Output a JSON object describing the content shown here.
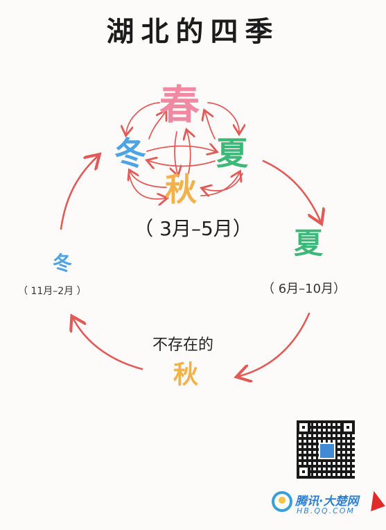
{
  "title": "湖北的四季",
  "center": {
    "spring": "春",
    "winter": "冬",
    "summer": "夏",
    "autumn": "秋",
    "range": "（ 3月–5月）"
  },
  "summer": {
    "label": "夏",
    "range": "（ 6月–10月）"
  },
  "winter": {
    "label": "冬",
    "range": "（ 11月–2月 ）"
  },
  "autumn": {
    "prefix": "不存在的",
    "label": "秋"
  },
  "brand": {
    "name": "腾讯·大楚网",
    "sub": "HB.QQ.COM"
  },
  "colors": {
    "arrow": "#e25a57",
    "spring": "#f08aa3",
    "summer": "#3cb878",
    "autumn": "#f3b14b",
    "winter": "#4ea3e2"
  },
  "icons": {
    "qr": "qr-code-icon",
    "brand_logo": "tencent-logo-icon",
    "brand_mark": "red-flag-icon"
  }
}
